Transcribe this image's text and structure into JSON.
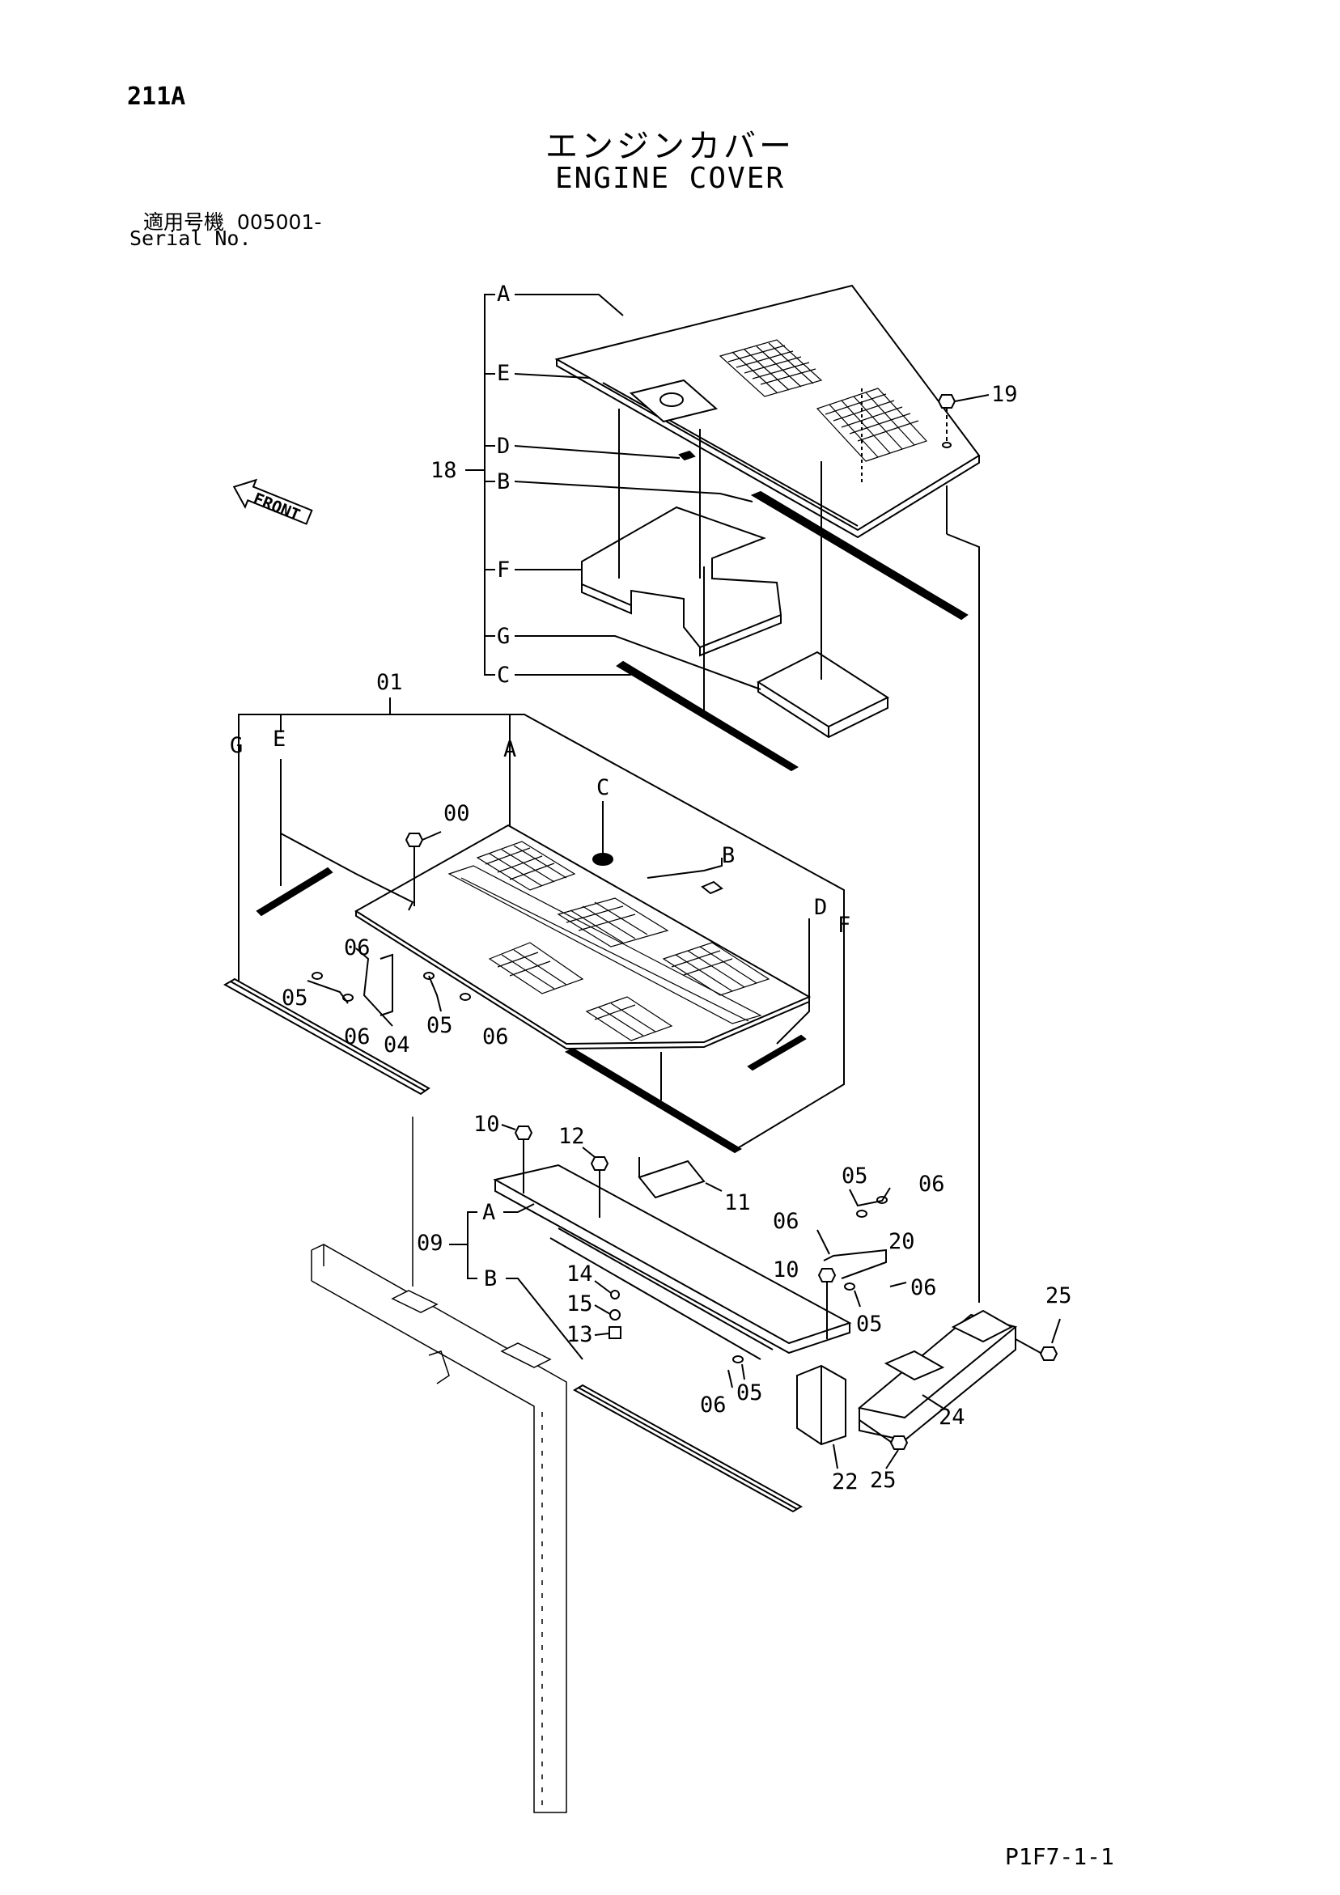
{
  "header": {
    "page_code": "211A",
    "title_jp": "エンジンカバー",
    "title_en": "ENGINE COVER",
    "serial_label_jp": "適用号機",
    "serial_value": "005001-",
    "serial_label_en": "Serial No."
  },
  "front_arrow_label": "FRONT",
  "callouts": {
    "c18": "18",
    "c19": "19",
    "c01": "01",
    "c00": "00",
    "c04": "04",
    "c05": "05",
    "c06": "06",
    "c09": "09",
    "c10": "10",
    "c11": "11",
    "c12": "12",
    "c13": "13",
    "c14": "14",
    "c15": "15",
    "c20": "20",
    "c22": "22",
    "c24": "24",
    "c25": "25"
  },
  "sub_labels": {
    "A": "A",
    "B": "B",
    "C": "C",
    "D": "D",
    "E": "E",
    "F": "F",
    "G": "G"
  },
  "footer": {
    "reference": "P1F7-1-1"
  },
  "colors": {
    "line": "#000000",
    "background": "#ffffff"
  }
}
